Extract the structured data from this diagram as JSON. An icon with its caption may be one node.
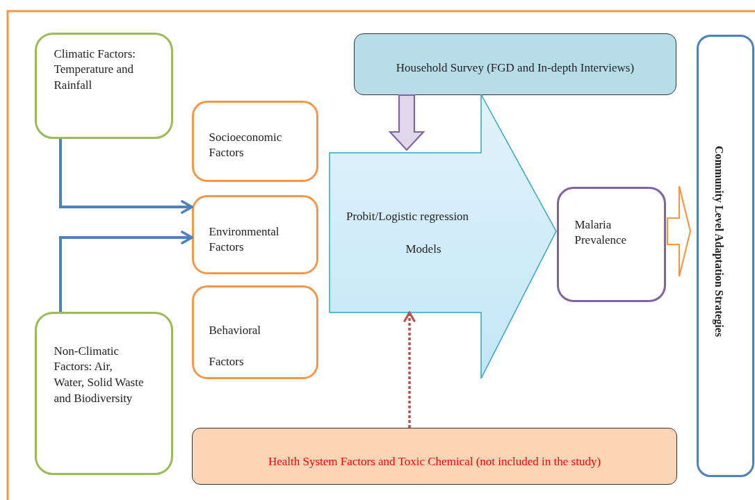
{
  "diagram": {
    "nodes": [
      {
        "text": [
          "Climatic Factors: Temperature and Rainfall"
        ]
      },
      {
        "text": [
          "Socioeconomic Factors"
        ]
      },
      {
        "text": [
          "Environmental Factors"
        ]
      },
      {
        "text": [
          "Behavioral Factors"
        ]
      },
      {
        "text": [
          "Non-Climatic Factors: Air, Water, Solid Waste and Biodiversity"
        ]
      },
      {
        "text": [
          "Household Survey (FGD and In-depth Interviews)"
        ]
      },
      {
        "text": [
          "Probit/Logistic regression",
          "Models"
        ]
      },
      {
        "text": [
          "Malaria Prevalence"
        ]
      },
      {
        "text": [
          "Community Level Adaptation Strategies"
        ]
      },
      {
        "text": [
          "Health System Factors and Toxic Chemical (not included in the study)"
        ]
      }
    ],
    "edges": [
      {
        "from": 0,
        "to": 2,
        "arrow": "to"
      },
      {
        "from": 4,
        "to": 2,
        "arrow": "to"
      },
      {
        "from": 5,
        "to": 6,
        "arrow": "to",
        "style": "thick",
        "color": "#8064a2"
      },
      {
        "from": 9,
        "to": 6,
        "arrow": "to",
        "style": "dashed",
        "color": "#c0504d"
      },
      {
        "from": 7,
        "to": 8,
        "arrow": "to",
        "style": "thick",
        "color": "#f79646"
      }
    ]
  }
}
